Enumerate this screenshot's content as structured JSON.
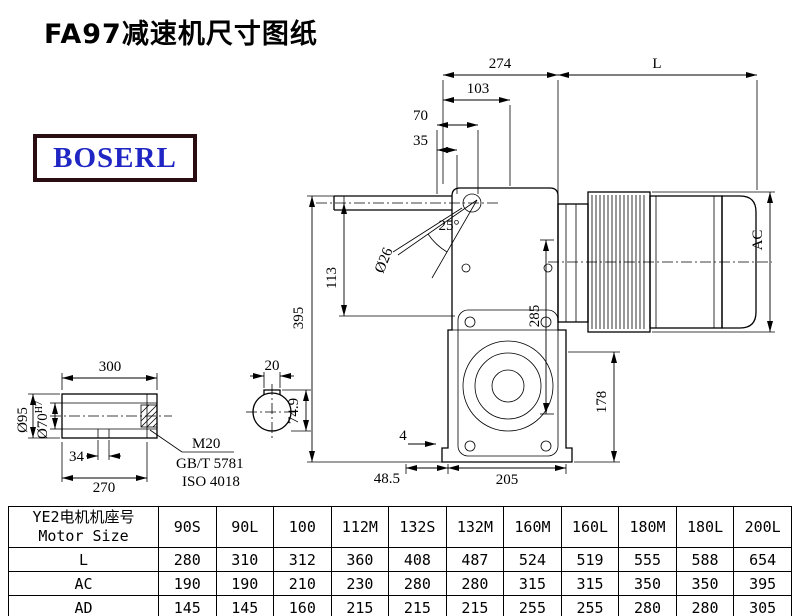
{
  "title": "FA97减速机尺寸图纸",
  "logo": "BOSERL",
  "dims": {
    "d274": "274",
    "dL": "L",
    "d103": "103",
    "d70": "70",
    "d35": "35",
    "angle": "25°",
    "dia26": "Ø26",
    "d395": "395",
    "d113": "113",
    "d285": "285",
    "dAC": "AC",
    "d178": "178",
    "d4": "4",
    "d48_5": "48.5",
    "d205": "205",
    "d300": "300",
    "d20": "20",
    "d34": "34",
    "d270": "270",
    "dia95": "Ø95",
    "dia70": "Ø70",
    "h7": "H7",
    "m20": "M20",
    "gbt": "GB/T 5781",
    "iso": "ISO 4018",
    "d74_9": "74.9"
  },
  "table": {
    "header_line1": "YE2电机机座号",
    "header_line2": "Motor Size",
    "columns": [
      "90S",
      "90L",
      "100",
      "112M",
      "132S",
      "132M",
      "160M",
      "160L",
      "180M",
      "180L",
      "200L"
    ],
    "rows": [
      {
        "label": "L",
        "values": [
          "280",
          "310",
          "312",
          "360",
          "408",
          "487",
          "524",
          "519",
          "555",
          "588",
          "654"
        ]
      },
      {
        "label": "AC",
        "values": [
          "190",
          "190",
          "210",
          "230",
          "280",
          "280",
          "315",
          "315",
          "350",
          "350",
          "395"
        ]
      },
      {
        "label": "AD",
        "values": [
          "145",
          "145",
          "160",
          "215",
          "215",
          "215",
          "255",
          "255",
          "280",
          "280",
          "305"
        ]
      }
    ]
  }
}
